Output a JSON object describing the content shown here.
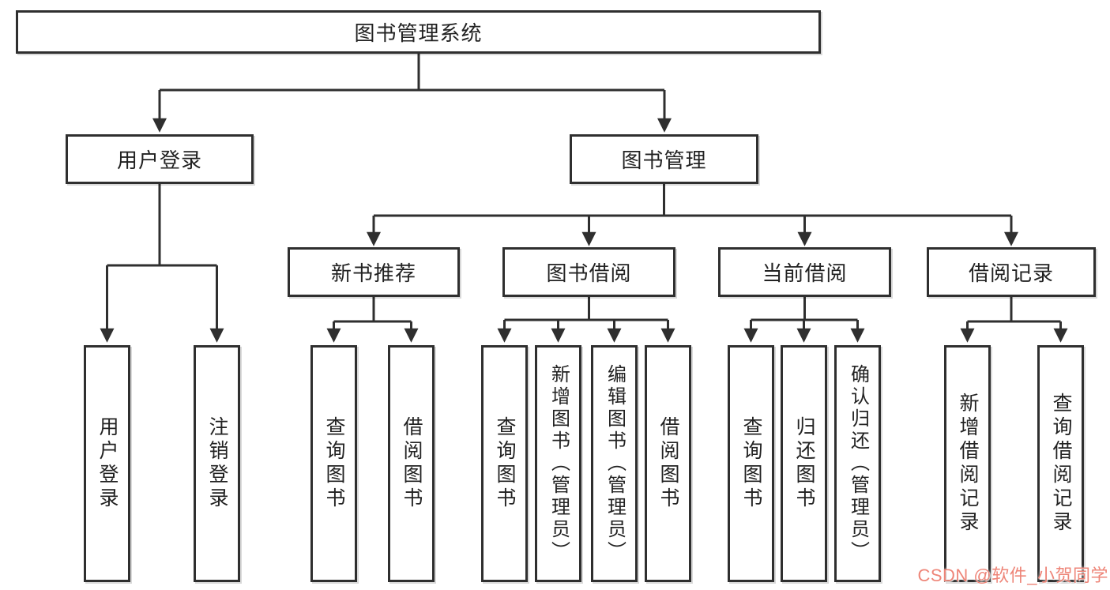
{
  "colors": {
    "background": "#ffffff",
    "line": "#2f2f2f",
    "box_border": "#2f2f2f",
    "text": "#222222",
    "watermark": "#ee8578"
  },
  "tree": {
    "label": "图书管理系统",
    "children": [
      {
        "label": "用户登录",
        "children": [
          {
            "label": "用户登录"
          },
          {
            "label": "注销登录"
          }
        ]
      },
      {
        "label": "图书管理",
        "children": [
          {
            "label": "新书推荐",
            "children": [
              {
                "label": "查询图书"
              },
              {
                "label": "借阅图书"
              }
            ]
          },
          {
            "label": "图书借阅",
            "children": [
              {
                "label": "查询图书"
              },
              {
                "label": "新增图书（管理员）"
              },
              {
                "label": "编辑图书（管理员）"
              },
              {
                "label": "借阅图书"
              }
            ]
          },
          {
            "label": "当前借阅",
            "children": [
              {
                "label": "查询图书"
              },
              {
                "label": "归还图书"
              },
              {
                "label": "确认归还（管理员）"
              }
            ]
          },
          {
            "label": "借阅记录",
            "children": [
              {
                "label": "新增借阅记录"
              },
              {
                "label": "查询借阅记录"
              }
            ]
          }
        ]
      }
    ]
  },
  "watermark": {
    "text": "CSDN @软件_小贺同学"
  }
}
